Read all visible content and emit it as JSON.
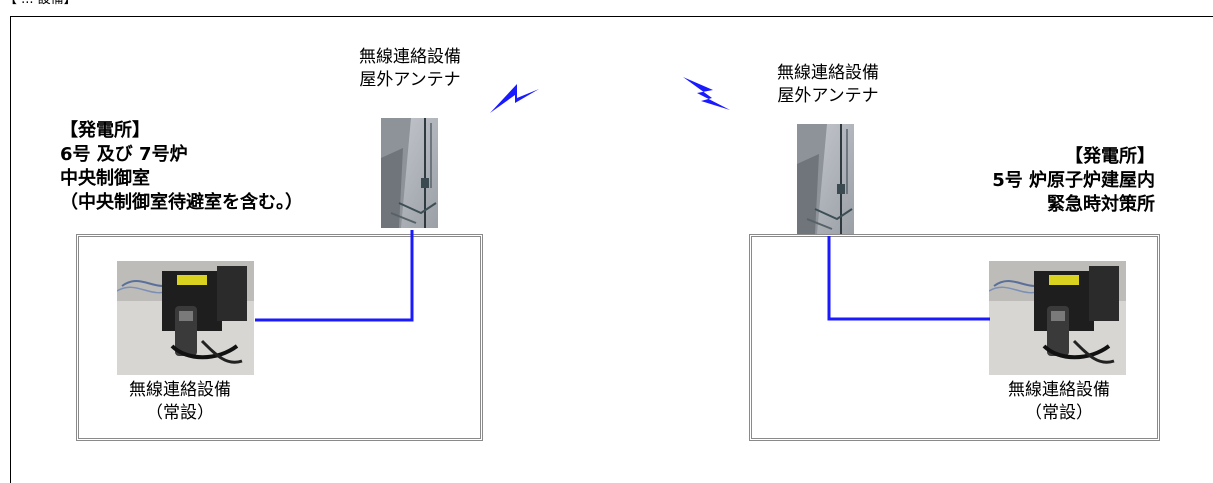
{
  "header_tag": "【 ... 設備】",
  "left_site": {
    "heading_lines": [
      "【発電所】",
      "6号 及び 7号炉",
      "中央制御室",
      "（中央制御室待避室を含む。）"
    ],
    "antenna_label_lines": [
      "無線連絡設備",
      "屋外アンテナ"
    ],
    "equipment_label_lines": [
      "無線連絡設備",
      "（常設）"
    ]
  },
  "right_site": {
    "heading_lines": [
      "【発電所】",
      "5号 炉原子炉建屋内",
      "緊急時対策所"
    ],
    "antenna_label_lines": [
      "無線連絡設備",
      "屋外アンテナ"
    ],
    "equipment_label_lines": [
      "無線連絡設備",
      "（常設）"
    ]
  },
  "colors": {
    "connection_line": "#1a1aff",
    "lightning_bolt": "#1a1aff",
    "room_border": "#8a8a8a",
    "frame_line": "#000000"
  },
  "icons": [
    "lightning-bolt-icon",
    "antenna-photo",
    "radio-equipment-photo"
  ]
}
